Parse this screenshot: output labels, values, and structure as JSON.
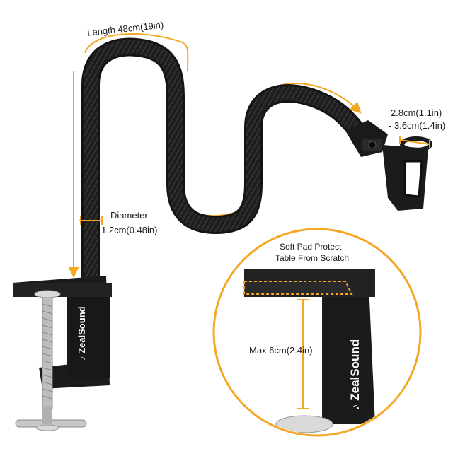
{
  "labels": {
    "length": "Length 48cm(19in)",
    "diameter_title": "Diameter",
    "diameter_value": "1.2cm(0.48in)",
    "clip_top": "2.8cm(1.1in)",
    "clip_bottom": "- 3.6cm(1.4in)",
    "pad_line1": "Soft Pad Protect",
    "pad_line2": "Table From Scratch",
    "max": "Max 6cm(2.4in)"
  },
  "brand": "ZealSound",
  "colors": {
    "accent": "#f5a623",
    "product": "#1b1b1b",
    "background": "#ffffff"
  },
  "icons": {
    "brand_mark": "music-note-icon"
  }
}
